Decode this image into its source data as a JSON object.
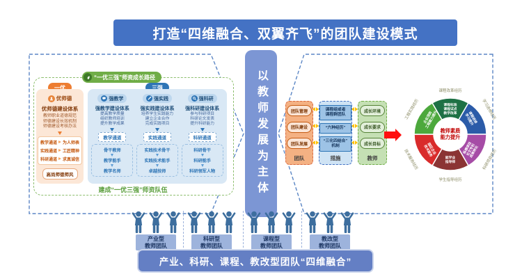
{
  "title": "打造“四维融合、双翼齐飞”的团队建设模式",
  "center_axis": "以教师发展为主体",
  "colors": {
    "banner_blue": "#4472C4",
    "axis_blue": "#7C96D4",
    "green": "#70AD47",
    "orange": "#ED7D31",
    "strong_blue": "#2E75B6",
    "red_arrow": "#FF0F0F"
  },
  "left_panel": {
    "growth_path_label": "“一优三强”师资成长路径",
    "footer": "建成“一优三强”师资队伍",
    "yiyou": {
      "pill": "一优",
      "badge": "优师德",
      "system_title": "优师德建设体系",
      "measures": [
        "教师职业道德规范",
        "师德建设长效机制",
        "师德建设考核办法"
      ],
      "channels": [
        {
          "name": "教学通道",
          "value": "为人师表"
        },
        {
          "name": "实践通道",
          "value": "工匠精神"
        },
        {
          "name": "科研通道",
          "value": "求真诚信"
        }
      ],
      "result": "高尚师德师风"
    },
    "sanqiang": {
      "pill": "三强",
      "columns": [
        {
          "badge": "强教学",
          "system_title": "强教学建设体系",
          "measures": [
            "提高教学质量",
            "组织教师培训",
            "提升教学成果"
          ],
          "channel": "教学通道",
          "ladder": [
            "骨干教师",
            "教学能手",
            "教学名师"
          ]
        },
        {
          "badge": "强实践",
          "system_title": "强实践建设体系",
          "measures": [
            "培养学生实践能力",
            "建立企业合作",
            "完成实践项目"
          ],
          "channel": "实践通道",
          "ladder": [
            "实践技术骨干",
            "实践技术能手",
            "卓越技师"
          ]
        },
        {
          "badge": "强科研",
          "system_title": "强科研建设体系",
          "measures": [
            "参与科研项目",
            "科研论文发表",
            "提升科研能力"
          ],
          "channel": "科研通道",
          "ladder": [
            "科研骨干",
            "科研能手",
            "科研领军人物"
          ]
        }
      ]
    }
  },
  "right_panel": {
    "team_column": {
      "items": [
        "团队管理",
        "团队建设",
        "团队发展"
      ],
      "label": "团队"
    },
    "measure_column": {
      "box1_line1": "课程组或者",
      "box1_line2": "课程群团队",
      "box2": "“六种经历”",
      "box3_line1": "“三化四结合”",
      "box3_line2": "机制",
      "label": "措施"
    },
    "teacher_column": {
      "items": [
        "成长环境",
        "成长要求",
        "成长目标"
      ],
      "label": "教师"
    },
    "donut": {
      "center_line1": "教师素质",
      "center_line2": "能力提升",
      "segments": [
        {
          "outer_label": "课程改革经历",
          "color": "#1E7145",
          "lines": [
            "课程标准",
            "课程试点",
            "教学改革"
          ]
        },
        {
          "outer_label": "学习进修经历",
          "color": "#2B5BA8",
          "lines": [
            "课程进修",
            "学习提升"
          ]
        },
        {
          "outer_label": "科研项目经历",
          "color": "#A64CA6",
          "lines": [
            "纵横项目",
            "论文专利",
            "成果转化"
          ]
        },
        {
          "outer_label": "学生指导经历",
          "color": "#8B3434",
          "lines": [
            "就学业",
            "指导师"
          ]
        },
        {
          "outer_label": "技术服务经历",
          "color": "#D92B2B",
          "lines": [
            "园区企业",
            "技术服务"
          ]
        },
        {
          "outer_label": "工程实践经历",
          "color": "#4CA83C",
          "lines": [
            "企业顶岗",
            "工程能力提升"
          ]
        }
      ]
    }
  },
  "teams": [
    {
      "line1": "产业型",
      "line2": "教师团队"
    },
    {
      "line1": "科研型",
      "line2": "教师团队"
    },
    {
      "line1": "课程型",
      "line2": "教师团队"
    },
    {
      "line1": "教改型",
      "line2": "教师团队"
    }
  ],
  "bottom_banner": "产业、科研、课程、教改型团队“四维融合”"
}
